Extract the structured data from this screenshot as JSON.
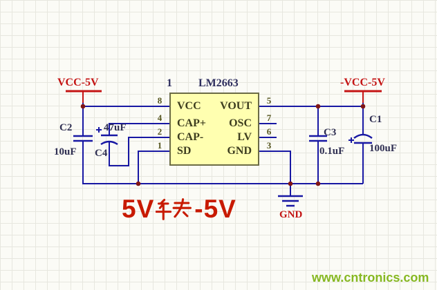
{
  "schematic": {
    "part": {
      "marker": "1",
      "name": "LM2663",
      "left_pins": [
        {
          "number": "8",
          "label": "VCC"
        },
        {
          "number": "4",
          "label": "CAP+"
        },
        {
          "number": "2",
          "label": "CAP-"
        },
        {
          "number": "1",
          "label": "SD"
        }
      ],
      "right_pins": [
        {
          "number": "5",
          "label": "VOUT"
        },
        {
          "number": "7",
          "label": "OSC"
        },
        {
          "number": "6",
          "label": "LV"
        },
        {
          "number": "3",
          "label": "GND"
        }
      ]
    },
    "power": {
      "vcc_label": "VCC-5V",
      "neg_vcc_label": "-VCC-5V",
      "gnd_label": "GND"
    },
    "capacitors": {
      "c2": {
        "ref": "C2",
        "value": "10uF"
      },
      "c4": {
        "ref": "C4",
        "value": "47uF",
        "polarity": "+"
      },
      "c3": {
        "ref": "C3",
        "value": "0.1uF"
      },
      "c1": {
        "ref": "C1",
        "value": "100uF",
        "polarity": "+"
      }
    },
    "title": {
      "full": "5V转-5V",
      "left_part": "5V",
      "right_part": "-5V"
    },
    "watermark": "www.cntronics.com",
    "colors": {
      "wire": "#1717a3",
      "power_red": "#c41414",
      "junction": "#801515",
      "ic_fill": "#ffffb0",
      "ic_border": "#6b6b45",
      "title_red": "#c81a00",
      "watermark_green": "#86b821"
    }
  }
}
